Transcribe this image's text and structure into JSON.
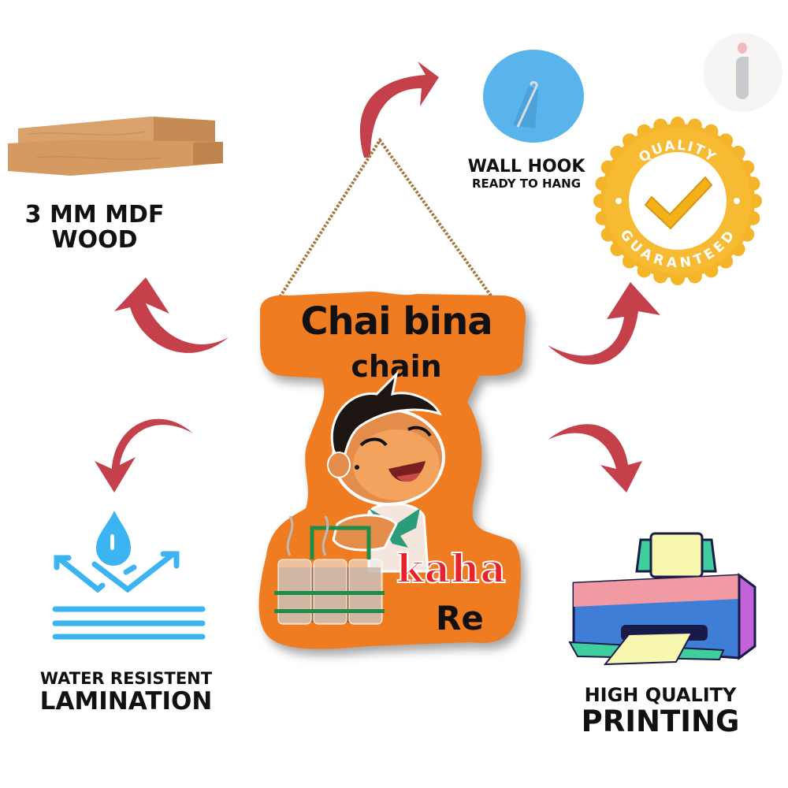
{
  "product": {
    "sign_line1": "Chai bina",
    "sign_line2": "chain",
    "sign_line3": "kaha",
    "sign_line4": "Re"
  },
  "features": [
    {
      "id": "mdf",
      "line1": "3 MM MDF",
      "line2": "WOOD",
      "icon": "wood-planks-icon"
    },
    {
      "id": "hook",
      "line1": "WALL HOOK",
      "line2": "READY TO HANG",
      "icon": "wall-hook-icon"
    },
    {
      "id": "quality",
      "badge_top": "QUALITY",
      "badge_bottom": "GUARANTEED",
      "icon": "quality-badge-icon"
    },
    {
      "id": "water",
      "line1": "WATER RESISTENT",
      "line2": "LAMINATION",
      "icon": "water-resistant-icon"
    },
    {
      "id": "print",
      "line1": "HIGH QUALITY",
      "line2": "PRINTING",
      "icon": "printer-icon"
    }
  ],
  "colors": {
    "arrow": "#c4404a",
    "board": "#f07c22",
    "kaha": "#e8222a",
    "badge": "#f5b52a",
    "hook": "#5ab4ec",
    "water": "#3db4f2"
  }
}
